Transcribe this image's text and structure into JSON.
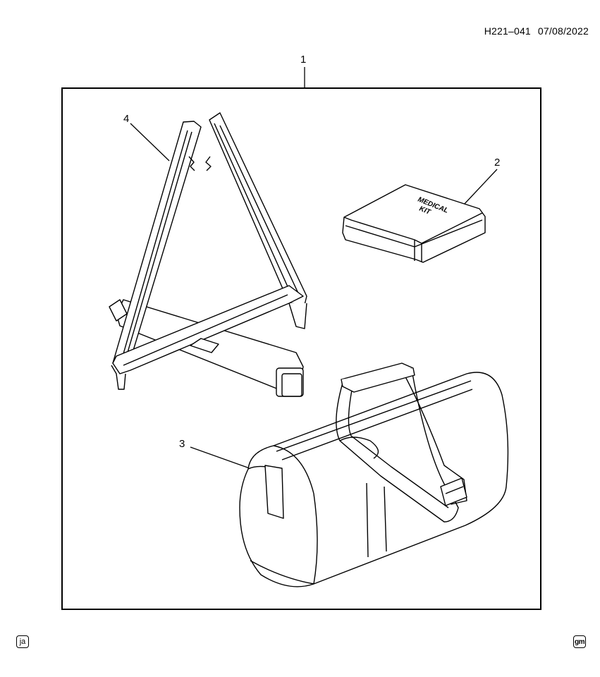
{
  "header": {
    "code": "H221–041",
    "date": "07/08/2022"
  },
  "callouts": {
    "c1": "1",
    "c2": "2",
    "c3": "3",
    "c4": "4"
  },
  "medical_kit": {
    "line1": "MEDICAL",
    "line2": "KIT"
  },
  "badges": {
    "left": "ja",
    "right": "gm"
  },
  "parts": [
    {
      "callout": "1",
      "item": "kit-assembly-frame"
    },
    {
      "callout": "2",
      "item": "medical-kit-icon"
    },
    {
      "callout": "3",
      "item": "bag-icon"
    },
    {
      "callout": "4",
      "item": "warning-triangle-icon"
    }
  ]
}
